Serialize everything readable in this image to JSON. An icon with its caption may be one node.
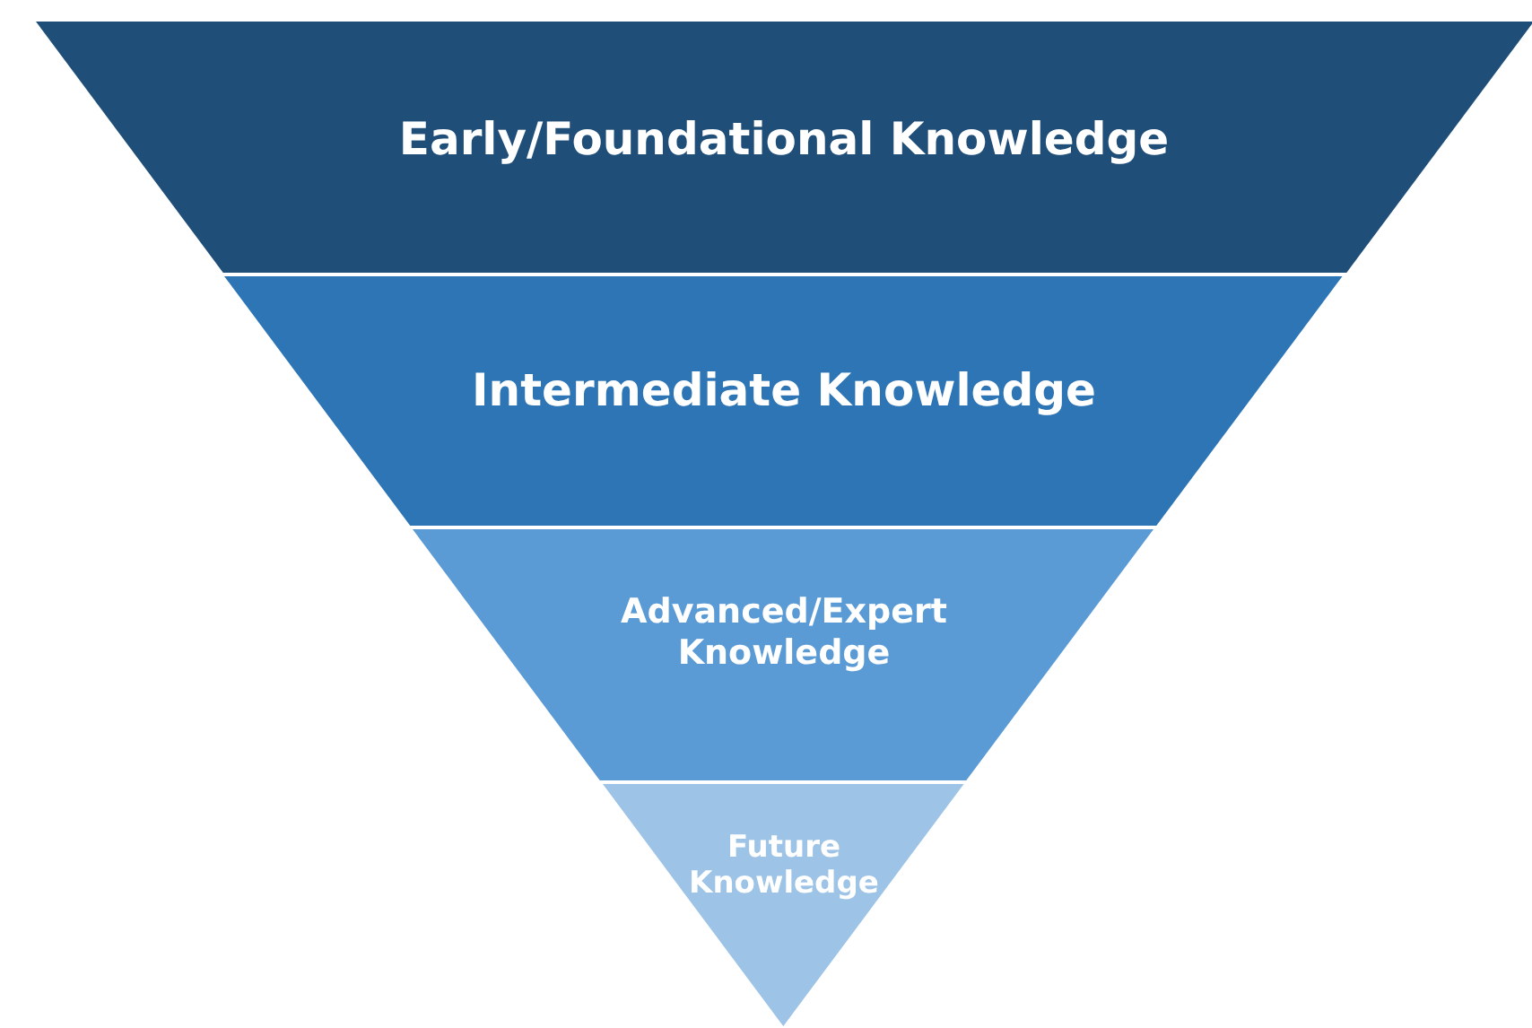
{
  "diagram": {
    "nodes": [
      {
        "text": [
          "Early/Foundational Knowledge"
        ]
      },
      {
        "text": [
          "Intermediate Knowledge"
        ]
      },
      {
        "text": [
          "Advanced/Expert Knowledge"
        ]
      },
      {
        "text": [
          "Future Knowledge"
        ]
      }
    ]
  }
}
